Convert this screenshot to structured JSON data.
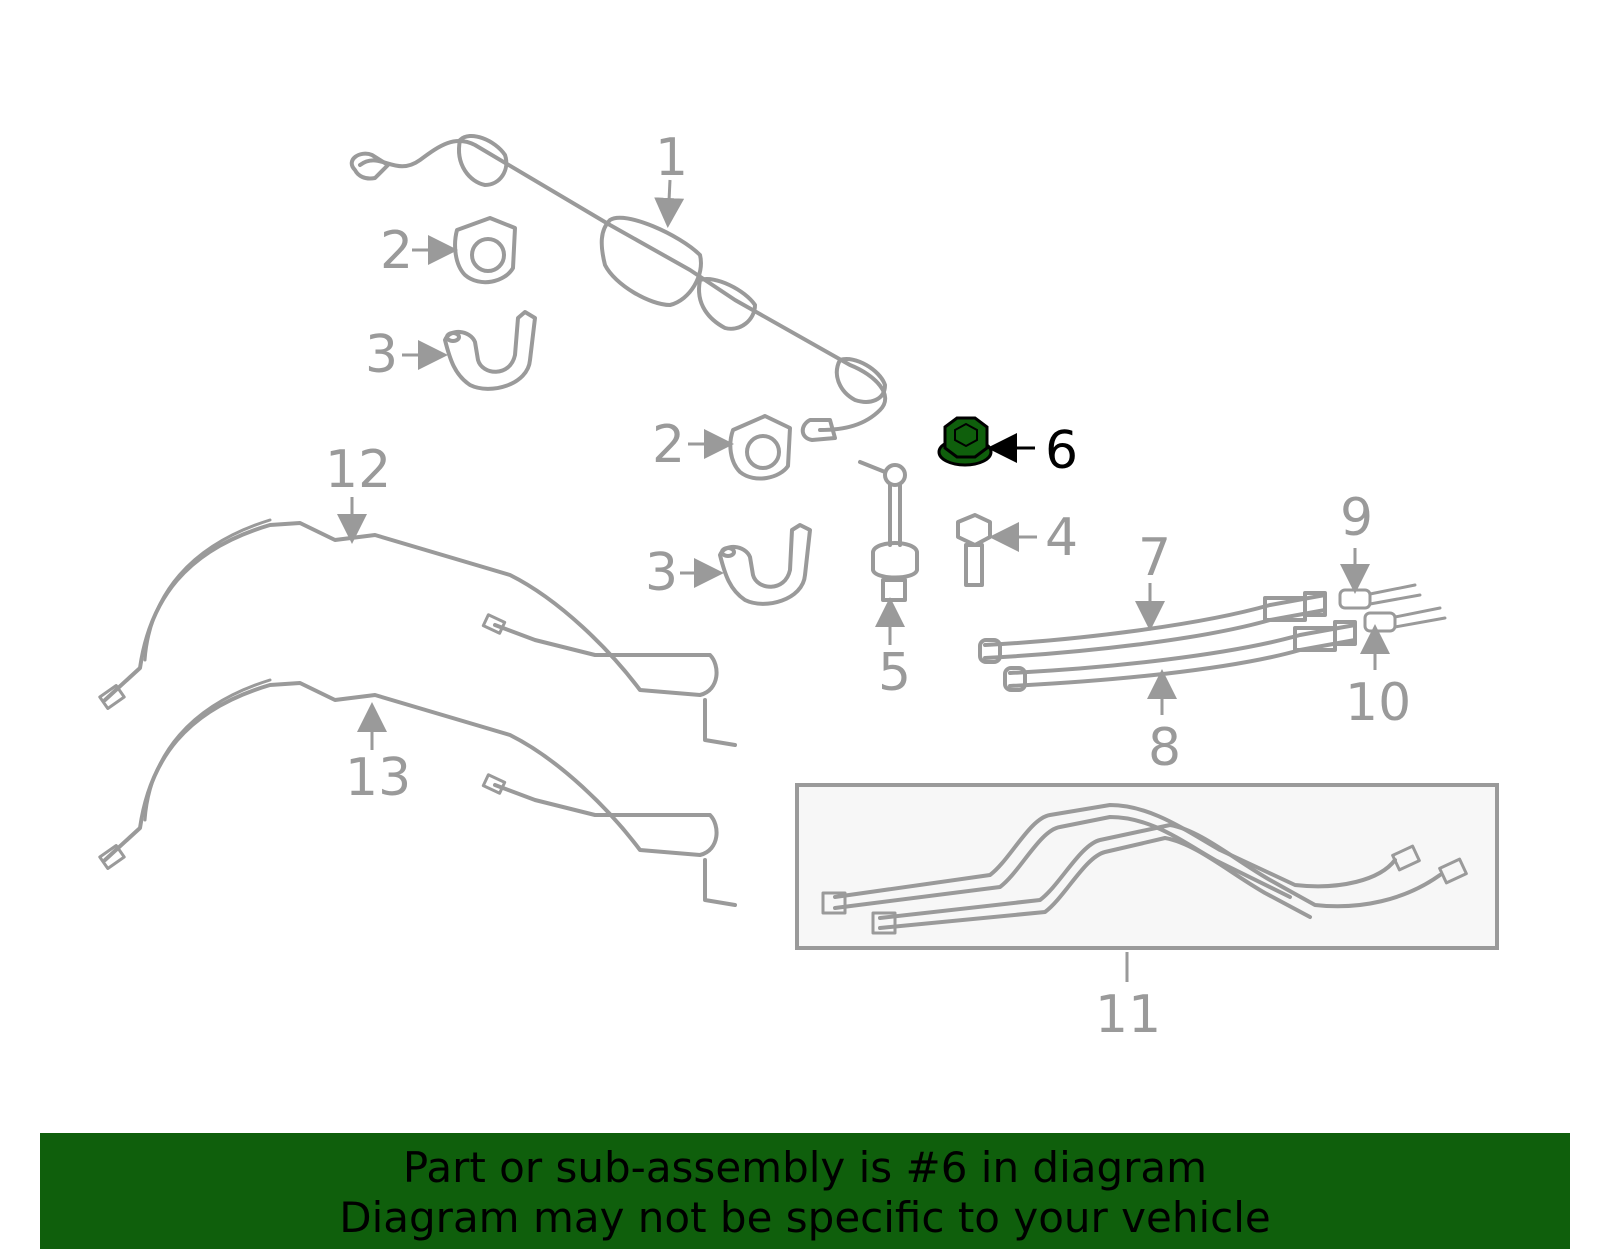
{
  "diagram": {
    "callouts": {
      "c1": "1",
      "c2a": "2",
      "c2b": "2",
      "c3a": "3",
      "c3b": "3",
      "c4": "4",
      "c5": "5",
      "c6": "6",
      "c7": "7",
      "c8": "8",
      "c9": "9",
      "c10": "10",
      "c11": "11",
      "c12": "12",
      "c13": "13"
    },
    "highlight_color": "#0f5f0c",
    "line_color": "#9a9a9a"
  },
  "banner": {
    "line1": "Part or sub-assembly is #6 in diagram",
    "line2": "Diagram may not be specific to your vehicle"
  }
}
